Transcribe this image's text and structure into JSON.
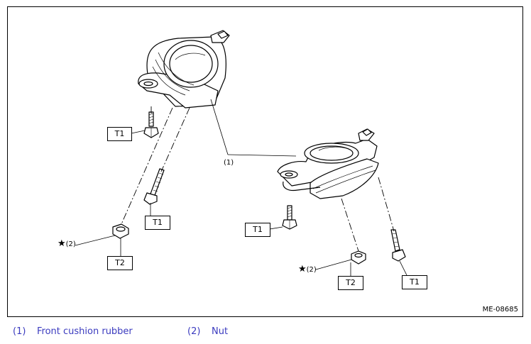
{
  "figure": {
    "code": "ME-08685",
    "torque_callouts": {
      "left_bolt_upper": "T1",
      "left_bolt_lower": "T1",
      "left_nut": "T2",
      "right_bolt_center": "T1",
      "right_nut": "T2",
      "right_bolt_far": "T1"
    },
    "part_refs": {
      "cushion_rubber": "(1)",
      "nut_left": "(2)",
      "nut_right": "(2)"
    },
    "star_symbol": "★"
  },
  "legend": {
    "item1_num": "(1)",
    "item1_label": "Front cushion rubber",
    "item2_num": "(2)",
    "item2_label": "Nut"
  },
  "colors": {
    "legend_text": "#3b3bbf",
    "line": "#000000"
  }
}
